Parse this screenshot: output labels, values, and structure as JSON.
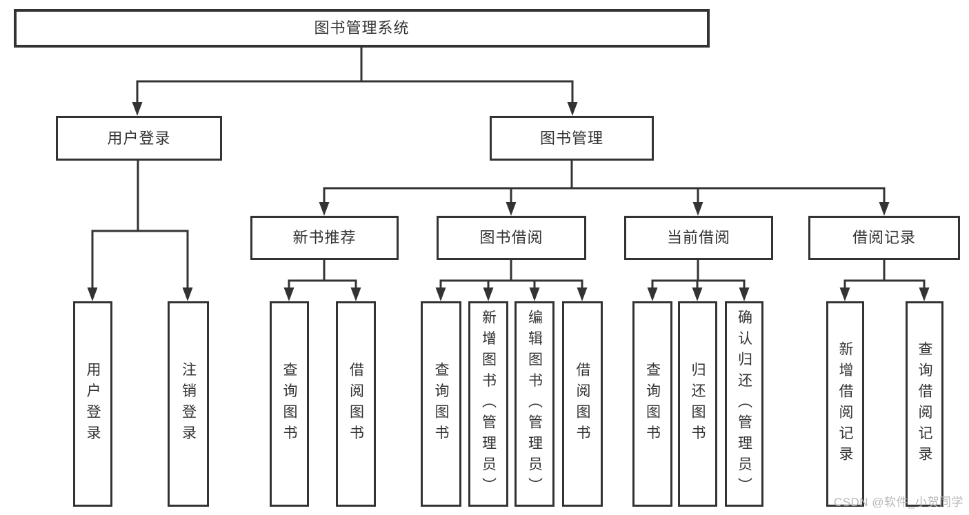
{
  "tree": {
    "label": "图书管理系统",
    "children": [
      {
        "label": "用户登录",
        "children": [
          {
            "label": "用户登录"
          },
          {
            "label": "注销登录"
          }
        ]
      },
      {
        "label": "图书管理",
        "children": [
          {
            "label": "新书推荐",
            "children": [
              {
                "label": "查询图书"
              },
              {
                "label": "借阅图书"
              }
            ]
          },
          {
            "label": "图书借阅",
            "children": [
              {
                "label": "查询图书"
              },
              {
                "label": "新增图书（管理员）"
              },
              {
                "label": "编辑图书（管理员）"
              },
              {
                "label": "借阅图书"
              }
            ]
          },
          {
            "label": "当前借阅",
            "children": [
              {
                "label": "查询图书"
              },
              {
                "label": "归还图书"
              },
              {
                "label": "确认归还（管理员）"
              }
            ]
          },
          {
            "label": "借阅记录",
            "children": [
              {
                "label": "新增借阅记录"
              },
              {
                "label": "查询借阅记录"
              }
            ]
          }
        ]
      }
    ]
  },
  "watermark": "CSDN @软件_小贺同学",
  "colors": {
    "line": "#333333",
    "box_border": "#333333",
    "text": "#333333",
    "watermark": "#b7b7b7",
    "background": "#ffffff"
  }
}
